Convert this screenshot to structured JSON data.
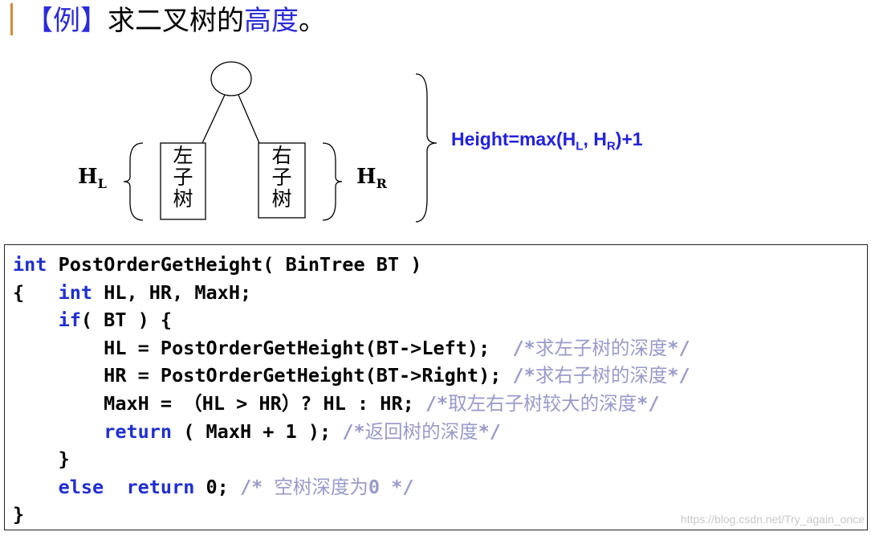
{
  "title": {
    "bracket_open": "【",
    "example": "例",
    "bracket_close": "】",
    "text_plain": "求二叉树的",
    "text_highlight": "高度",
    "period": "。"
  },
  "diagram": {
    "hl_base": "H",
    "hl_sub": "L",
    "hr_base": "H",
    "hr_sub": "R",
    "left_subtree": [
      "左",
      "子",
      "树"
    ],
    "right_subtree": [
      "右",
      "子",
      "树"
    ],
    "formula": {
      "prefix": "Height=max(H",
      "sub1": "L",
      "mid": ", H",
      "sub2": "R",
      "suffix": ")+1"
    }
  },
  "code": {
    "l1": {
      "kw": "int",
      "rest": " PostOrderGetHeight( BinTree BT )"
    },
    "l2": {
      "pre": "{   ",
      "kw": "int",
      "rest": " HL, HR, MaxH;"
    },
    "l3": {
      "pre": "    ",
      "kw": "if",
      "rest": "( BT ) {"
    },
    "l4": {
      "code": "        HL = PostOrderGetHeight(BT->Left);  ",
      "c1": "/*",
      "c2": "求左子树的深度",
      "c3": "*/"
    },
    "l5": {
      "code": "        HR = PostOrderGetHeight(BT->Right); ",
      "c1": "/*",
      "c2": "求右子树的深度",
      "c3": "*/"
    },
    "l6": {
      "code": "        MaxH = （HL > HR）? HL : HR; ",
      "c1": "/*",
      "c2": "取左右子树较大的深度",
      "c3": "*/"
    },
    "l7": {
      "pre": "        ",
      "kw": "return",
      "rest": " ( MaxH + 1 ); ",
      "c1": "/*",
      "c2": "返回树的深度",
      "c3": "*/"
    },
    "l8": "    }",
    "l9": {
      "pre": "    ",
      "kw1": "else",
      "mid": "  ",
      "kw2": "return",
      "rest": " 0; ",
      "c1": "/* ",
      "c2": "空树深度为",
      "c3": "0 */"
    },
    "l10": "}"
  },
  "watermark": "https://blog.csdn.net/Try_again_once"
}
